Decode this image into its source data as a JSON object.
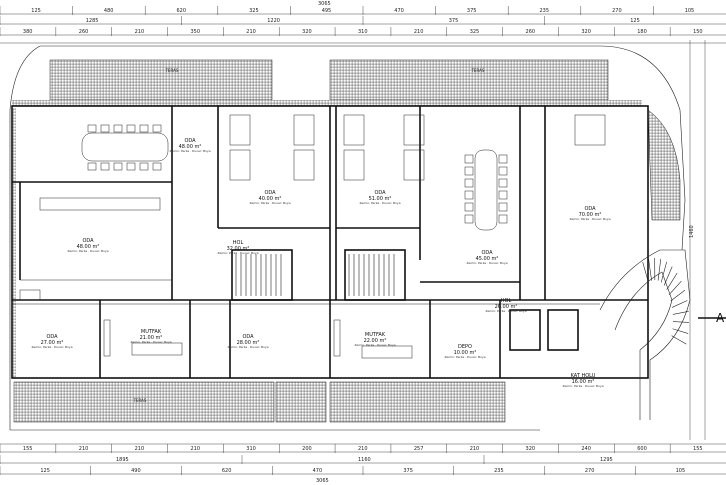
{
  "dimensions": {
    "top_total": "3065",
    "top_row1": [
      "125",
      "480",
      "620",
      "325",
      "495",
      "470",
      "375",
      "235",
      "270",
      "105"
    ],
    "top_row2": [
      "1285",
      "1220",
      "375",
      "125"
    ],
    "top_row3": [
      "380",
      "260",
      "210",
      "350",
      "210",
      "320",
      "310",
      "210",
      "325",
      "260",
      "320",
      "180",
      "150"
    ],
    "bottom_row1": [
      "155",
      "210",
      "210",
      "210",
      "310",
      "200",
      "210",
      "257",
      "210",
      "320",
      "240",
      "600",
      "155"
    ],
    "bottom_row2": [
      "1895",
      "1160",
      "1295"
    ],
    "bottom_row3": [
      "125",
      "490",
      "620",
      "470",
      "375",
      "235",
      "270",
      "105"
    ],
    "bottom_total": "3065",
    "right_side": "1460"
  },
  "rooms": [
    {
      "id": "oda-48",
      "name": "ODA",
      "area": "48.00 m²"
    },
    {
      "id": "oda-48b",
      "name": "ODA",
      "area": "48.00 m²"
    },
    {
      "id": "oda-40",
      "name": "ODA",
      "area": "40.00 m²"
    },
    {
      "id": "oda-51",
      "name": "ODA",
      "area": "51.00 m²"
    },
    {
      "id": "oda-45",
      "name": "ODA",
      "area": "45.00 m²"
    },
    {
      "id": "oda-70",
      "name": "ODA",
      "area": "70.00 m²"
    },
    {
      "id": "hol",
      "name": "HOL",
      "area": "32.00 m²"
    },
    {
      "id": "oda-27",
      "name": "ODA",
      "area": "27.00 m²"
    },
    {
      "id": "mutfak-21",
      "name": "MUTFAK",
      "area": "21.00 m²"
    },
    {
      "id": "oda-28",
      "name": "ODA",
      "area": "28.00 m²"
    },
    {
      "id": "mutfak-22",
      "name": "MUTFAK",
      "area": "22.00 m²"
    },
    {
      "id": "depo",
      "name": "DEPO",
      "area": "10.00 m²"
    },
    {
      "id": "hol-26",
      "name": "HOL",
      "area": "26.00 m²"
    },
    {
      "id": "kat-holu",
      "name": "KAT HOLU",
      "area": "16.00 m²"
    },
    {
      "id": "teras-top-l",
      "name": "TERAS",
      "area": ""
    },
    {
      "id": "teras-top-r",
      "name": "TERAS",
      "area": ""
    },
    {
      "id": "teras-bottom",
      "name": "TERAS",
      "area": ""
    }
  ],
  "section_marker": "A",
  "room_note": "Zemin: Parke · Duvar: Boya"
}
